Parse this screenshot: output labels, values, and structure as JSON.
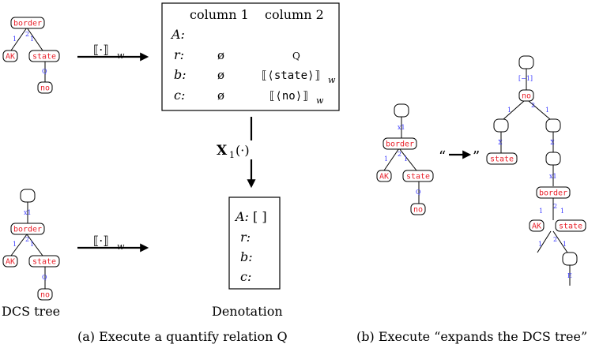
{
  "nodes": {
    "border": "border",
    "state": "state",
    "ak": "AK",
    "no": "no",
    "empty": ""
  },
  "edge_labels": {
    "one": "1",
    "two": "2",
    "q": "Q",
    "x1": "x1",
    "sigma": "Σ",
    "minus1": "[−1]",
    "e": "E"
  },
  "panel_a": {
    "arrow_label": "⟦·⟧",
    "arrow_subscript": "w",
    "table": {
      "col1_header": "column 1",
      "col2_header": "column 2",
      "rows": [
        {
          "label": "A:",
          "col1": "",
          "col2": ""
        },
        {
          "label": "r:",
          "col1": "ø",
          "col2": "Q"
        },
        {
          "label": "b:",
          "col1": "ø",
          "col2": "⟦⟨state⟩⟧"
        },
        {
          "label": "c:",
          "col1": "ø",
          "col2": "⟦⟨no⟩⟧"
        }
      ],
      "col2_subscript": "w"
    },
    "execute_label": "X",
    "execute_subscript": "1",
    "execute_arg": "(·)",
    "result": {
      "rows": [
        {
          "label": "A:",
          "value": "[ ]"
        },
        {
          "label": "r:",
          "value": ""
        },
        {
          "label": "b:",
          "value": ""
        },
        {
          "label": "c:",
          "value": ""
        }
      ]
    },
    "dcs_tree_caption": "DCS tree",
    "denotation_caption": "Denotation",
    "caption": "(a) Execute a quantify relation Q"
  },
  "panel_b": {
    "open_quote": "“",
    "close_quote": "”",
    "caption": "(b) Execute “expands the DCS tree”"
  }
}
